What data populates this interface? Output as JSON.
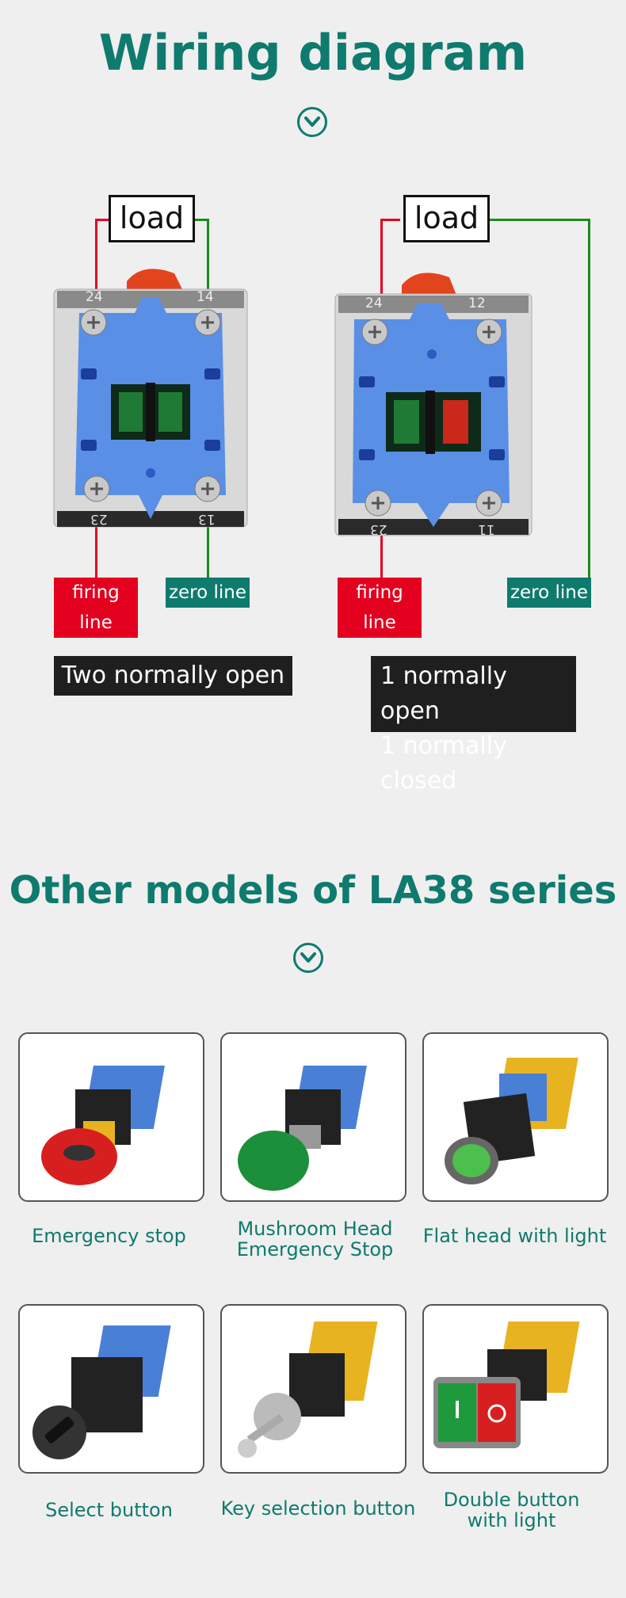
{
  "wiring": {
    "title": "Wiring diagram",
    "left": {
      "load": "load",
      "terminals": [
        "24",
        "14",
        "23",
        "13"
      ],
      "firing_line": "firing line",
      "zero_line": "zero line",
      "description": "Two normally open"
    },
    "right": {
      "load": "load",
      "terminals": [
        "24",
        "12",
        "23",
        "11"
      ],
      "firing_line": "firing line",
      "zero_line": "zero line",
      "description_line1": "1 normally open",
      "description_line2": "1 normally closed"
    }
  },
  "models": {
    "title": "Other models of LA38 series",
    "items": [
      {
        "label": "Emergency stop"
      },
      {
        "label_line1": "Mushroom Head",
        "label_line2": "Emergency Stop"
      },
      {
        "label": "Flat head with light"
      },
      {
        "label": "Select button"
      },
      {
        "label": "Key selection button"
      },
      {
        "label_line1": "Double button",
        "label_line2": "with light"
      }
    ]
  },
  "colors": {
    "accent": "#0f7a6e",
    "firing": "#e4001f",
    "zero": "#0f7a6e",
    "button_blue": "#5a8fe6"
  },
  "icons": [
    "chevron-down-circle-icon"
  ]
}
